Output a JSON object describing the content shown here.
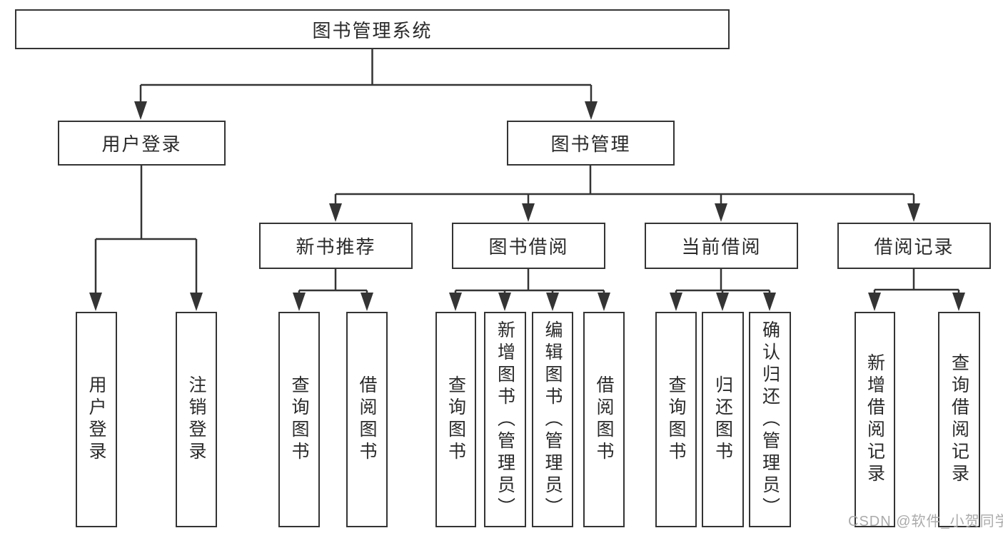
{
  "diagram": {
    "root": "图书管理系统",
    "level1": [
      {
        "label": "用户登录"
      },
      {
        "label": "图书管理"
      }
    ],
    "level2": [
      {
        "label": "新书推荐"
      },
      {
        "label": "图书借阅"
      },
      {
        "label": "当前借阅"
      },
      {
        "label": "借阅记录"
      }
    ],
    "leaves": {
      "user": [
        "用户登录",
        "注销登录"
      ],
      "recommend": [
        "查询图书",
        "借阅图书"
      ],
      "borrow": [
        "查询图书",
        "新增图书（管理员）",
        "编辑图书（管理员）",
        "借阅图书"
      ],
      "current": [
        "查询图书",
        "归还图书",
        "确认归还（管理员）"
      ],
      "records": [
        "新增借阅记录",
        "查询借阅记录"
      ]
    }
  },
  "watermark": "CSDN @软件_小贺同学",
  "colors": {
    "line": "#343434",
    "text": "#2a2a2a",
    "box_background": "#ffffff",
    "watermark": "#ababab",
    "background": "#ffffff"
  }
}
